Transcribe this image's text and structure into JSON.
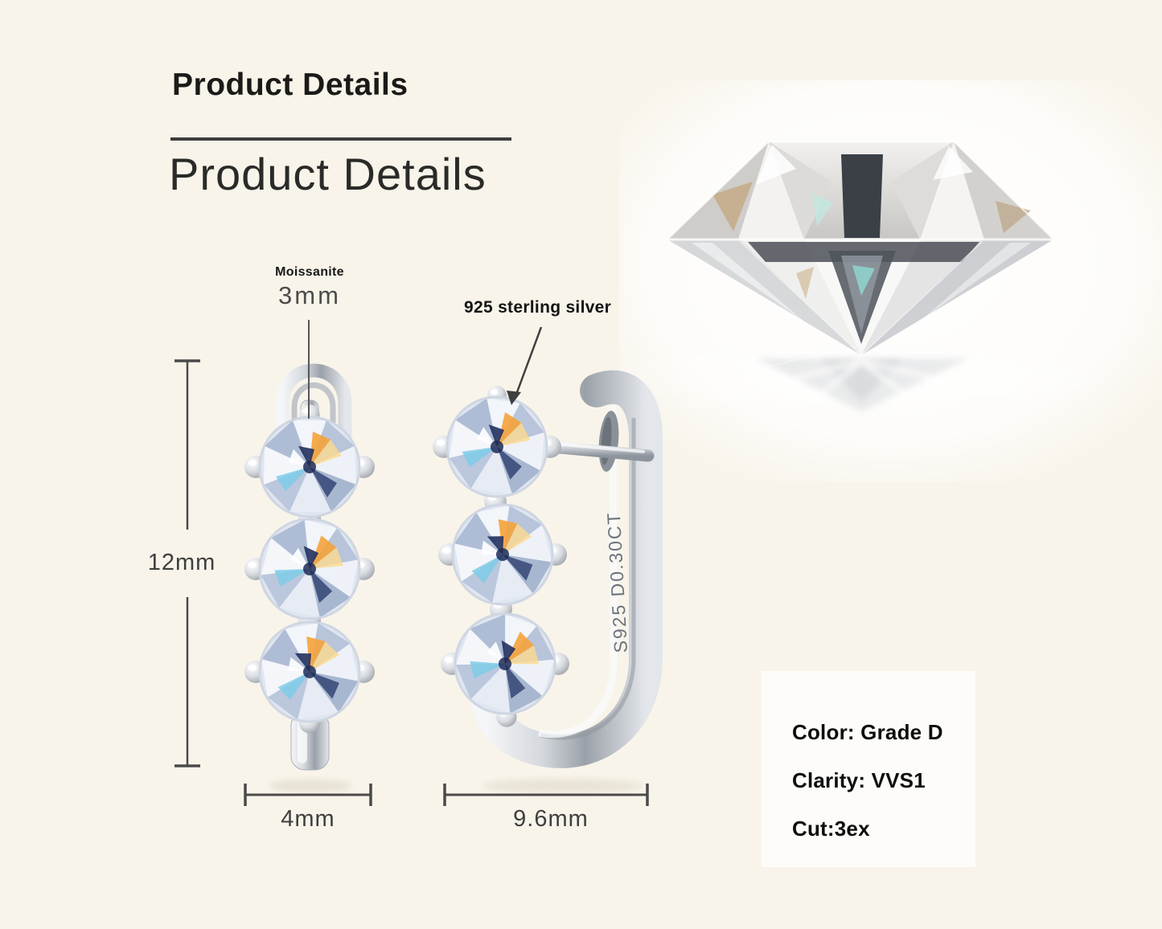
{
  "header": {
    "title_bold": "Product Details",
    "title_light": "Product Details"
  },
  "annotations": {
    "stone_label": "Moissanite",
    "stone_size": "3mm",
    "metal_label": "925 sterling silver"
  },
  "dimensions": {
    "height": "12mm",
    "width": "4mm",
    "hoop_width": "9.6mm"
  },
  "product": {
    "engraving": "S925 D0.30CT"
  },
  "specs": {
    "color": "Color: Grade D",
    "clarity": "Clarity: VVS1",
    "cut": "Cut:3ex"
  },
  "colors": {
    "background": "#f8f4ea",
    "panel": "#fdfcf8",
    "measure_line": "#4a4a4a",
    "heading_text": "#1b1a18",
    "dim_text": "#3f3f3f",
    "silver": "#c9cdd4",
    "engraving_text": "#6e737b",
    "accent_orange": "#f5a33a",
    "accent_cyan": "#7ecbe8",
    "accent_navy": "#22315e"
  }
}
